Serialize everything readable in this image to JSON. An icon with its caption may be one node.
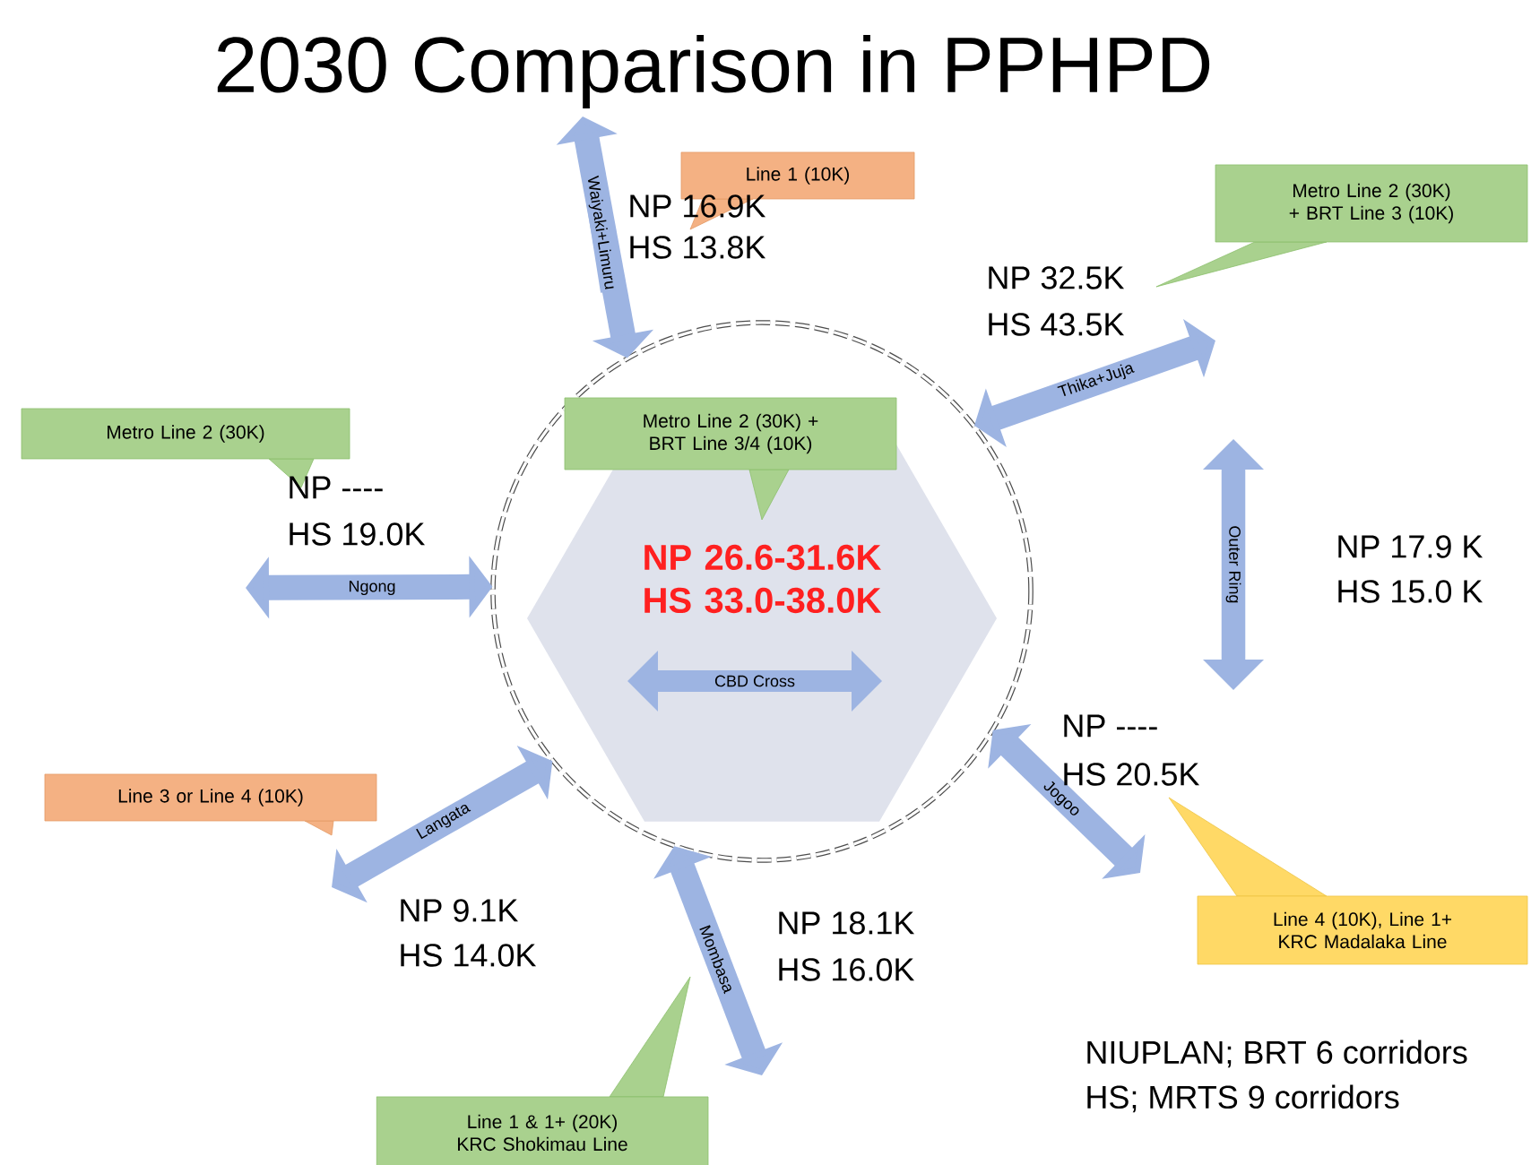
{
  "diagram": {
    "title": "2030 Comparison in PPHPD",
    "nodes": [
      {
        "text": [
          "Line 1 (10K)"
        ]
      },
      {
        "text": [
          "Metro Line 2 (30K) + BRT Line 3 (10K)"
        ]
      },
      {
        "text": [],
        "shape": "circle"
      },
      {
        "text": [
          "Metro Line 2 (30K)"
        ]
      },
      {
        "text": [
          "Metro Line 2 (30K) + BRT Line 3/4 (10K)"
        ],
        "in": 2
      },
      {
        "text": [
          "NP 26.6-31.6K HS 33.0-38.0K"
        ],
        "in": 2
      },
      {
        "text": [
          "Line 3 or Line 4 (10K)"
        ]
      },
      {
        "text": [
          "Line 4 (10K), Line 1+ KRC Madalaka Line"
        ]
      },
      {
        "text": [
          "Line 1 & 1+ (20K) KRC Shokimau Line"
        ]
      },
      {
        "text": [
          "Outer Ring"
        ]
      },
      {
        "text": [
          "CBD Cross"
        ],
        "in": 5
      }
    ],
    "edges": [
      {
        "from": null,
        "to": 2,
        "arrow": "both",
        "label": "Waiyaki+Limuru"
      },
      {
        "from": 2,
        "to": null,
        "arrow": "both",
        "label": "Thika+Juja"
      },
      {
        "from": null,
        "to": 2,
        "arrow": "both",
        "label": "Ngong"
      },
      {
        "from": 2,
        "to": null,
        "arrow": "both",
        "label": "Jogoo"
      },
      {
        "from": null,
        "to": 2,
        "arrow": "both",
        "label": "Langata"
      },
      {
        "from": 2,
        "to": null,
        "arrow": "both",
        "label": "Mombasa"
      }
    ],
    "labels": [
      "NP 16.9K",
      "HS 13.8K",
      "NP 32.5K",
      "HS 43.5K",
      "NP ----",
      "HS 19.0K",
      "NP 17.9 K",
      "HS 15.0 K",
      "NP ----",
      "HS 20.5K",
      "NP 9.1K",
      "HS 14.0K",
      "NP 18.1K",
      "HS 16.0K",
      "NIUPLAN; BRT 6 corridors",
      "HS; MRTS 9 corridors"
    ]
  }
}
